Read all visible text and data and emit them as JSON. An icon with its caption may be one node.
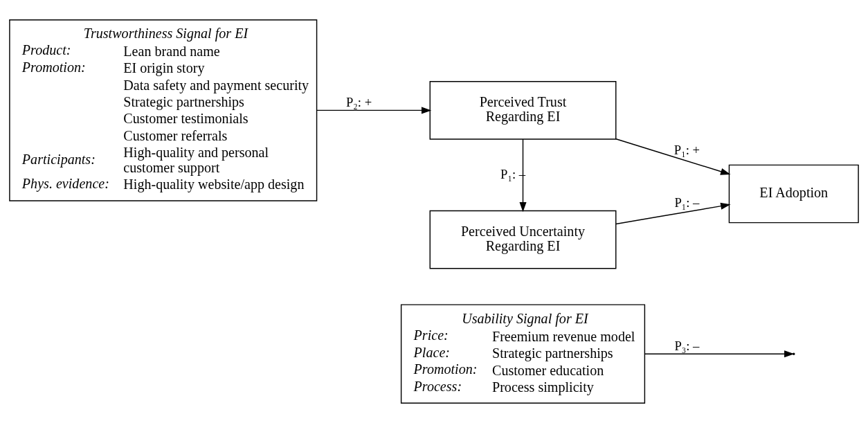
{
  "diagram": {
    "nodes": [
      {
        "text": [
          "Usability Signal for EI",
          "Price: Freemium revenue model",
          "Place: Strategic partnerships",
          "Promotion: Customer education",
          "Process: Process simplicity"
        ]
      },
      {
        "text": [
          "Perceived Uncertainty Regarding EI"
        ]
      },
      {
        "text": [
          "Trustworthiness Signal for EI",
          "Product: Lean brand name",
          "Promotion: EI origin story",
          "Data safety and payment security",
          "Strategic partnerships",
          "Customer testimonials",
          "Customer referrals",
          "Participants: High-quality and personal customer support",
          "Phys. evidence: High-quality website/app design"
        ]
      },
      {
        "text": [
          "EI Adoption"
        ]
      },
      {
        "text": [
          "Perceived Trust Regarding EI"
        ]
      }
    ],
    "edges": [
      {
        "from": 0,
        "to": null,
        "arrow": "to",
        "label": "P₃: –"
      },
      {
        "from": 1,
        "to": 3,
        "arrow": "to",
        "label": "P₁: –"
      },
      {
        "from": 2,
        "to": 4,
        "arrow": "to",
        "label": "P₂: +"
      },
      {
        "from": 4,
        "to": 1,
        "arrow": "to",
        "label": "P₁: –"
      },
      {
        "from": 4,
        "to": 3,
        "arrow": "to",
        "label": "P₁: +"
      }
    ]
  }
}
